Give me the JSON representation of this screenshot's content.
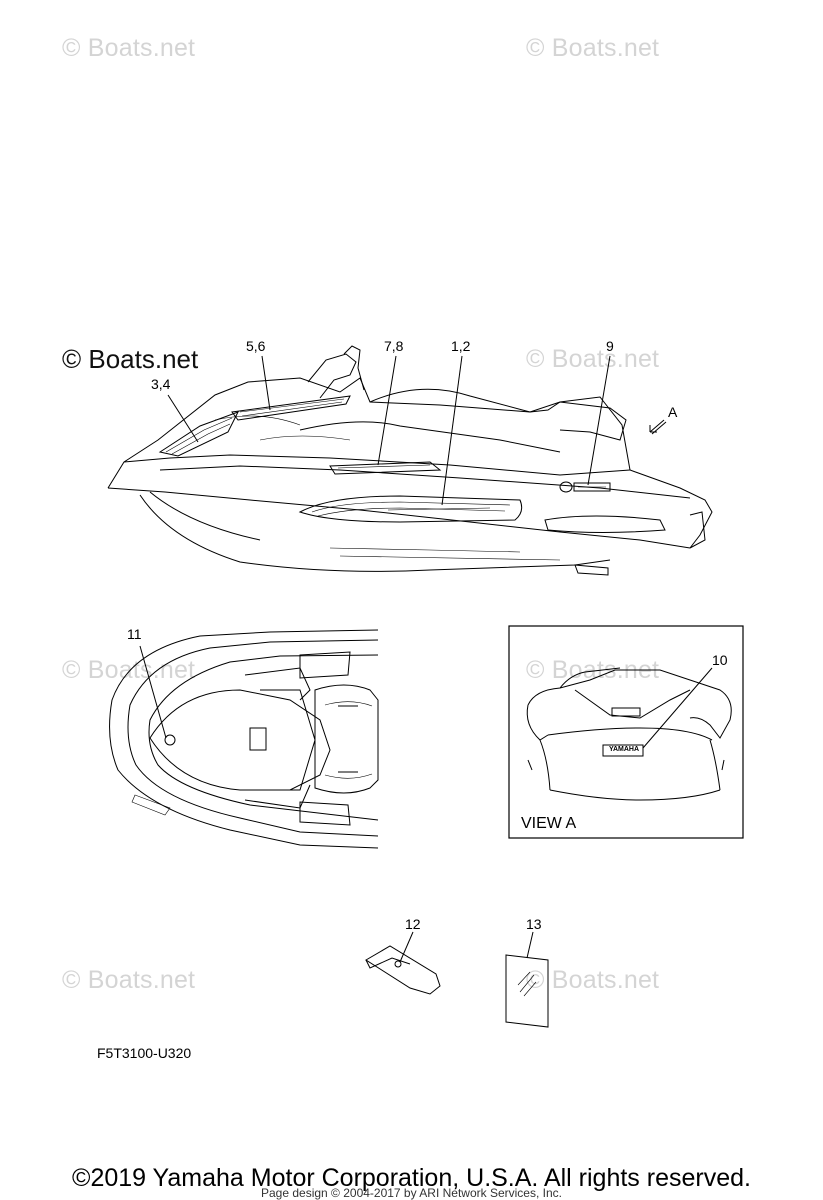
{
  "watermarks": [
    "© Boats.net",
    "© Boats.net",
    "© Boats.net",
    "© Boats.net",
    "© Boats.net",
    "© Boats.net",
    "© Boats.net",
    "© Boats.net"
  ],
  "watermark_strong": "© Boats.net",
  "callouts": {
    "c34": "3,4",
    "c56": "5,6",
    "c78": "7,8",
    "c12": "1,2",
    "c9": "9",
    "cA": "A",
    "c11": "11",
    "c10": "10",
    "c12b": "12",
    "c13": "13"
  },
  "decal_text": "YAMAHA",
  "view_label": "VIEW A",
  "diagram_code": "F5T3100-U320",
  "copyright": "©2019 Yamaha Motor Corporation, U.S.A. All rights reserved.",
  "page_design": "Page design © 2004-2017 by ARI Network Services, Inc."
}
